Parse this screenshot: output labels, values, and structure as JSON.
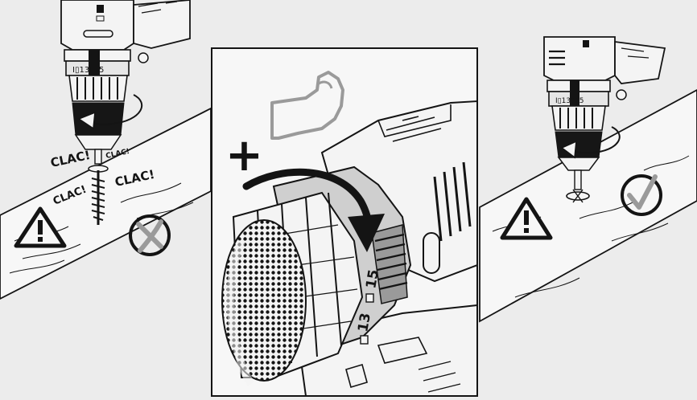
{
  "left_panel": {
    "sounds": [
      "CLAC!",
      "CLAC!",
      "CLAC!",
      "CLAC!"
    ],
    "warning_icon": "warning-triangle-icon",
    "result_icon": "cross-circle-icon",
    "tool_icon": "drill-icon"
  },
  "center_panel": {
    "effort_icon": "flexed-arm-icon",
    "increase_symbol": "+",
    "dial_numbers": [
      "13",
      "15"
    ],
    "dial_arrow_icon": "curved-arrow-icon"
  },
  "right_panel": {
    "warning_icon": "warning-triangle-icon",
    "result_icon": "check-circle-icon",
    "tool_icon": "drill-icon"
  },
  "colors": {
    "background": "#ececec",
    "ink": "#141414",
    "grey_accent": "#9a9a9a",
    "light_grey": "#cfcfcf"
  }
}
